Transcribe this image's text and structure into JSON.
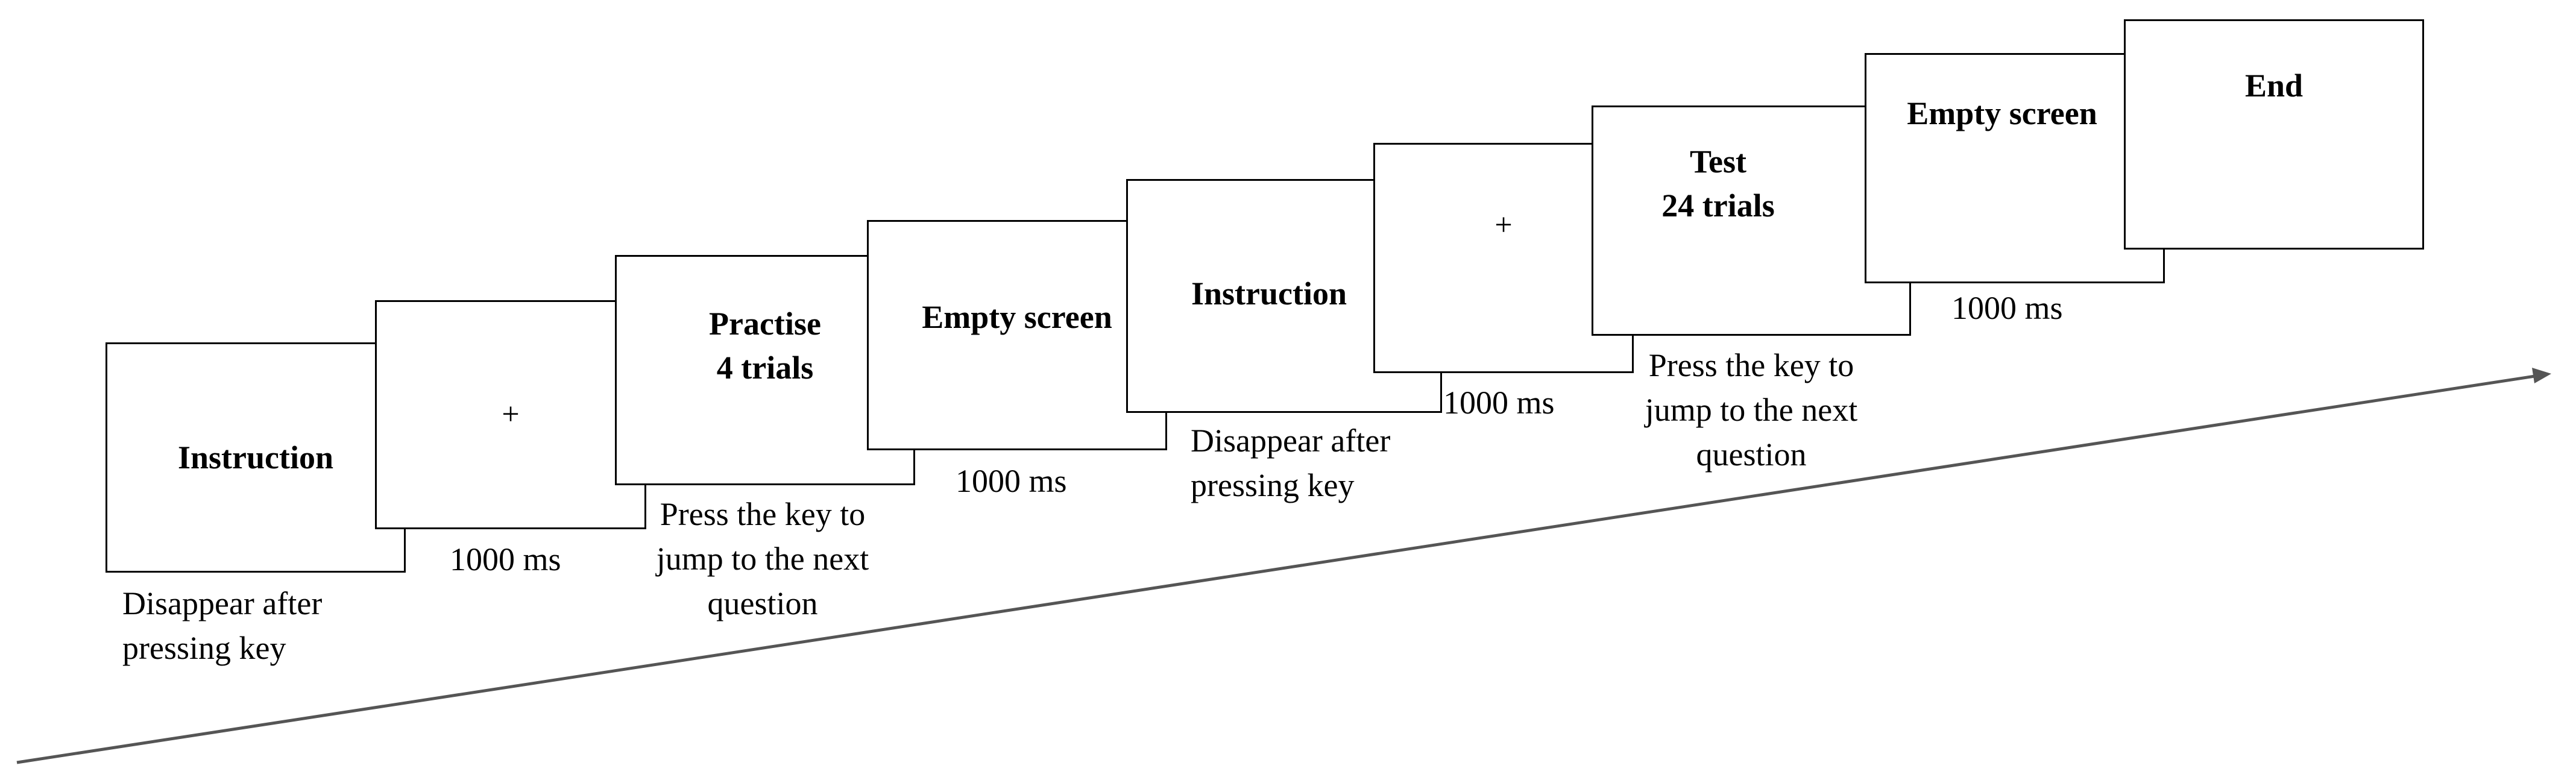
{
  "screens": [
    {
      "label": "Instruction"
    },
    {
      "label": "+"
    },
    {
      "label": "Practise\n4 trials"
    },
    {
      "label": "Empty screen"
    },
    {
      "label": "Instruction"
    },
    {
      "label": "+"
    },
    {
      "label": "Test\n24 trials"
    },
    {
      "label": "Empty screen"
    },
    {
      "label": "End"
    }
  ],
  "captions": {
    "instruction_1": "Disappear after\npressing key",
    "fixation_1": "1000 ms",
    "practise": "Press the key to\njump to the next\nquestion",
    "empty_1": "1000 ms",
    "instruction_2": "Disappear after\npressing key",
    "fixation_2": "1000 ms",
    "test": "Press the key to\njump to the next\nquestion",
    "empty_2": "1000 ms"
  },
  "colors": {
    "line": "#000000",
    "arrow_line": "#555555",
    "background": "#ffffff"
  }
}
